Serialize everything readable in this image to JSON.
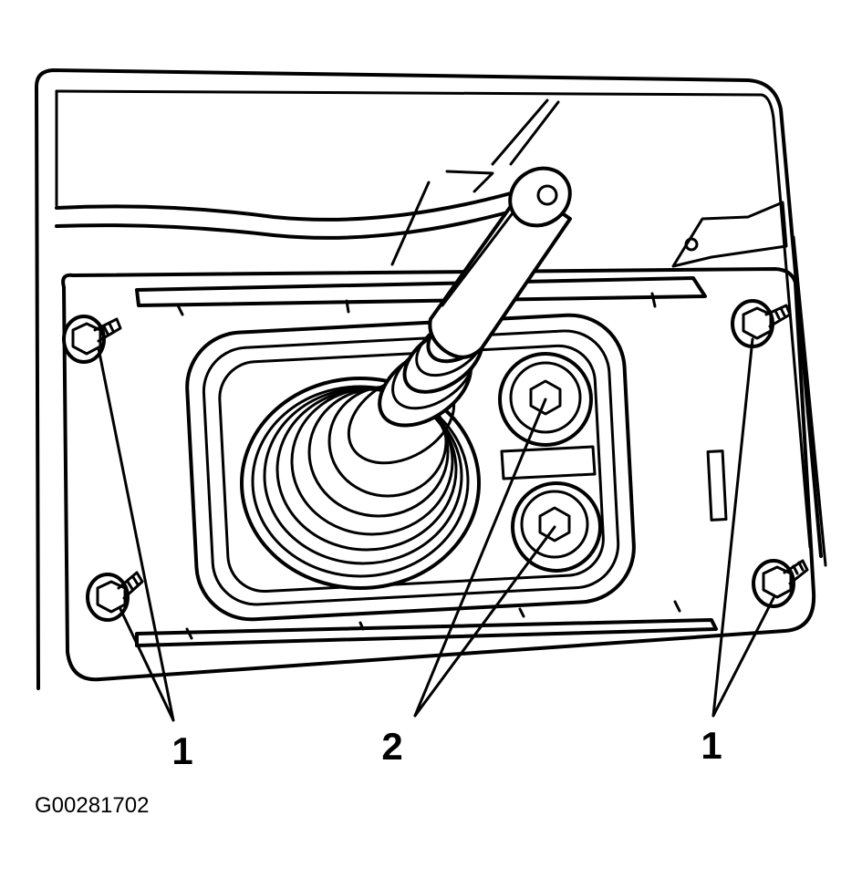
{
  "callouts": {
    "left_nuts": "1",
    "center_bolts": "2",
    "right_nuts": "1"
  },
  "figure_id": "G00281702"
}
